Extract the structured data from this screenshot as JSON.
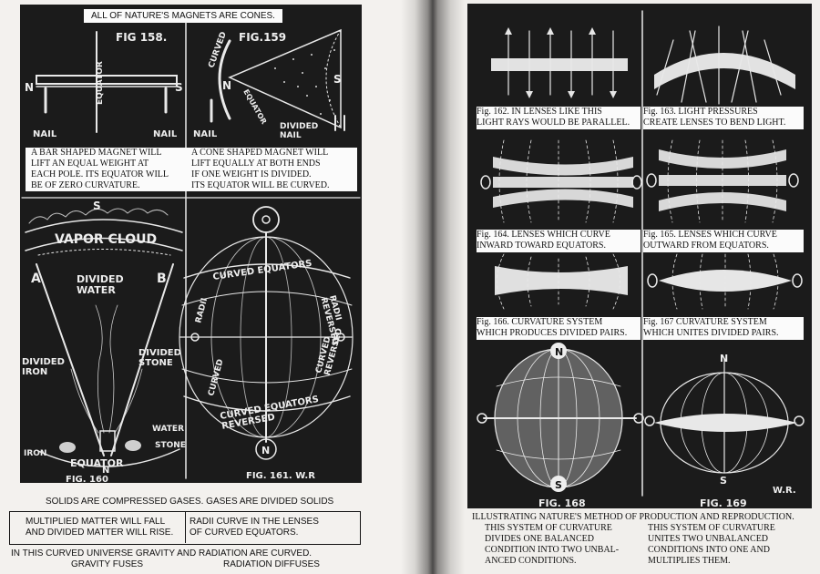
{
  "left_page": {
    "header": "ALL OF NATURE'S MAGNETS ARE CONES.",
    "fig158": {
      "label": "FIG 158.",
      "equator": "EQUATOR",
      "n": "N",
      "s": "S",
      "nail": "NAIL",
      "caption": "A BAR SHAPED MAGNET WILL\nLIFT AN EQUAL WEIGHT AT\nEACH POLE. ITS EQUATOR WILL\nBE OF ZERO CURVATURE."
    },
    "fig159": {
      "label": "FIG.159",
      "curved": "CURVED",
      "equator": "EQUATOR",
      "n": "N",
      "s": "S",
      "nail": "NAIL",
      "divided_nail": "DIVIDED\nNAIL",
      "caption": "A CONE SHAPED MAGNET WILL\nLIFT EQUALLY AT BOTH ENDS\nIF ONE WEIGHT IS DIVIDED.\nITS EQUATOR WILL BE CURVED."
    },
    "fig160": {
      "label": "FIG. 160",
      "s": "S",
      "vapor_cloud": "VAPOR CLOUD",
      "divided_water": "DIVIDED\nWATER",
      "a": "A",
      "b": "B",
      "divided_iron": "DIVIDED\nIRON",
      "divided_stone": "DIVIDED\nSTONE",
      "water": "WATER",
      "iron": "IRON",
      "stone": "STONE",
      "equator": "EQUATOR",
      "n": "N"
    },
    "fig161": {
      "label": "FIG. 161. W.R",
      "curved_equators": "CURVED EQUATORS",
      "radii": "RADII",
      "radii_reversed": "RADII\nREVERSED",
      "curved": "CURVED",
      "curved_reversed": "CURVED\nREVERSED",
      "curved_equators_reversed": "CURVED EQUATORS\nREVERSED",
      "n": "N"
    },
    "statement": "SOLIDS ARE COMPRESSED GASES. GASES ARE DIVIDED SOLIDS",
    "box_left": "MULTIPLIED MATTER WILL FALL\nAND DIVIDED MATTER WILL RISE.",
    "box_right": "RADII CURVE IN THE LENSES\nOF CURVED EQUATORS.",
    "footer_line1": "IN THIS CURVED UNIVERSE GRAVITY AND RADIATION ARE CURVED.",
    "footer_gravity": "GRAVITY FUSES",
    "footer_radiation": "RADIATION DIFFUSES"
  },
  "right_page": {
    "fig162": "Fig. 162. IN LENSES LIKE THIS\nLIGHT RAYS WOULD BE PARALLEL.",
    "fig163": "Fig. 163. LIGHT PRESSURES\nCREATE LENSES TO BEND LIGHT.",
    "fig164": "Fig. 164. LENSES WHICH CURVE\nINWARD TOWARD EQUATORS.",
    "fig165": "Fig. 165. LENSES WHICH CURVE\nOUTWARD FROM EQUATORS.",
    "fig166": "Fig. 166. CURVATURE SYSTEM\nWHICH PRODUCES DIVIDED PAIRS.",
    "fig167": "Fig. 167 CURVATURE SYSTEM\nWHICH UNITES DIVIDED PAIRS.",
    "fig168": {
      "label": "FIG. 168",
      "n": "N",
      "s": "S"
    },
    "fig169": {
      "label": "FIG. 169",
      "n": "N",
      "s": "S",
      "signature": "W.R."
    },
    "footer_title": "ILLUSTRATING NATURE'S METHOD OF PRODUCTION AND REPRODUCTION.",
    "footer_left": "THIS SYSTEM OF CURVATURE\nDIVIDES ONE BALANCED\nCONDITION INTO TWO UNBAL-\nANCED CONDITIONS.",
    "footer_right": "THIS SYSTEM OF CURVATURE\nUNITES TWO UNBALANCED\nCONDITIONS INTO ONE AND\nMULTIPLIES THEM."
  }
}
